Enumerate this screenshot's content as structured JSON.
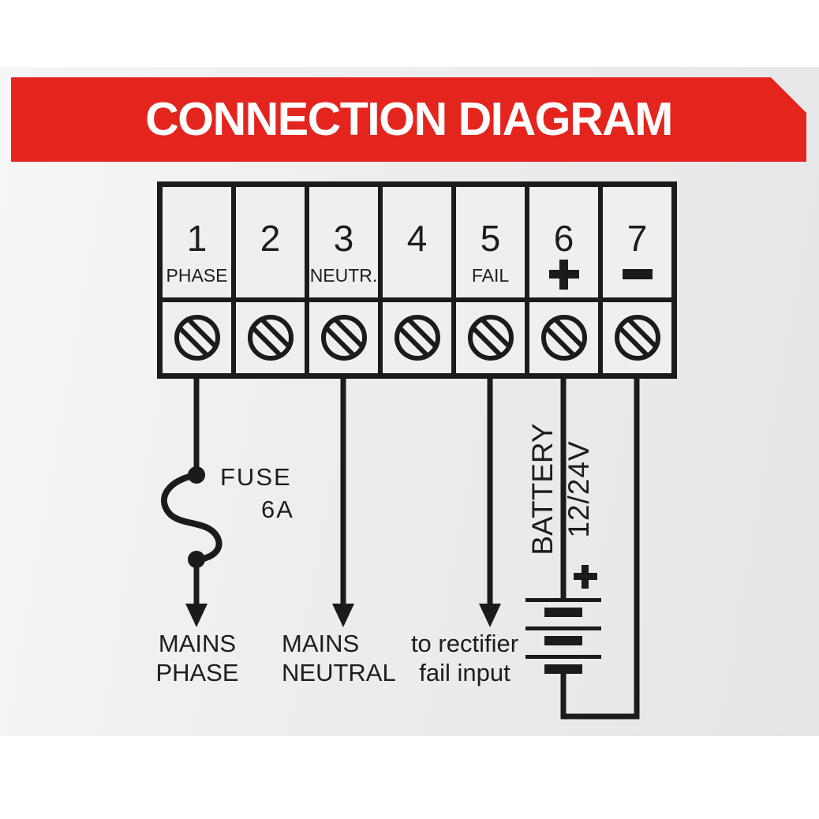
{
  "banner": {
    "title": "CONNECTION DIAGRAM",
    "background_color": "#e4251e",
    "text_color": "#ffffff"
  },
  "terminal_block": {
    "rows": [
      "labels",
      "screw-terminals"
    ],
    "terminals": [
      {
        "number": "1",
        "label": "PHASE"
      },
      {
        "number": "2",
        "label": ""
      },
      {
        "number": "3",
        "label": "NEUTR."
      },
      {
        "number": "4",
        "label": ""
      },
      {
        "number": "5",
        "label": "FAIL"
      },
      {
        "number": "6",
        "label": "+"
      },
      {
        "number": "7",
        "label": "−"
      }
    ]
  },
  "labels": {
    "fuse": "FUSE",
    "fuse_rating": "6A",
    "mains_phase": [
      "MAINS",
      "PHASE"
    ],
    "mains_neutral": [
      "MAINS",
      "NEUTRAL"
    ],
    "rectifier": [
      "to rectifier",
      "fail input"
    ],
    "battery": "BATTERY",
    "battery_voltage": "12/24V"
  },
  "colors": {
    "line": "#1b1b1b",
    "page_background": "#ededed",
    "cell_background": "#efefee"
  }
}
